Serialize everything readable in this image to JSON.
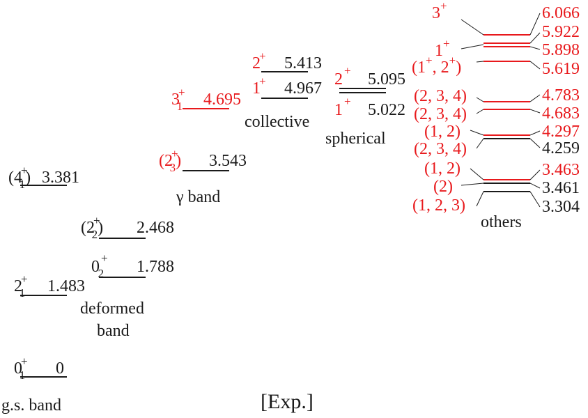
{
  "colors": {
    "black": "#1a1a1a",
    "red": "#e8191c"
  },
  "footer": "[Exp.]",
  "bands": {
    "gs": {
      "label": "g.s. band",
      "levels": [
        {
          "spin": "0",
          "sup": "+",
          "sub": "1",
          "energy": "0"
        },
        {
          "spin": "2",
          "sup": "+",
          "sub": "1",
          "energy": "1.483"
        },
        {
          "spin": "(4",
          "sup": "+",
          "sub": "1",
          "close": ")",
          "energy": "3.381"
        }
      ]
    },
    "deformed": {
      "label_line1": "deformed",
      "label_line2": "band",
      "levels": [
        {
          "spin": "0",
          "sup": "+",
          "sub": "2",
          "energy": "1.788"
        },
        {
          "spin": "(2",
          "sup": "+",
          "sub": "2",
          "close": ")",
          "energy": "2.468"
        }
      ]
    },
    "gamma": {
      "label": "γ band",
      "level": {
        "spin": "(2",
        "sup": "+",
        "sub": "3",
        "close": ")",
        "energy": "3.543"
      }
    },
    "collective": {
      "label": "collective",
      "levels": [
        {
          "spin": "3",
          "sup": "+",
          "sub": "1",
          "energy": "4.695"
        },
        {
          "spin": "1",
          "sup": "+",
          "energy": "4.967"
        },
        {
          "spin": "2",
          "sup": "+",
          "energy": "5.413"
        }
      ]
    },
    "spherical": {
      "label": "spherical",
      "levels": [
        {
          "spin": "1",
          "sup": "+",
          "energy": "5.022"
        },
        {
          "spin": "2",
          "sup": "+",
          "energy": "5.095"
        }
      ]
    },
    "others": {
      "label": "others",
      "spins": [
        {
          "spin": "3",
          "sup": "+"
        },
        {
          "spin": "1",
          "sup": "+"
        },
        {
          "spin": "(1",
          "sup": "+",
          "mid": ", 2",
          "sup2": "+",
          "close": ")"
        },
        {
          "text": "(2, 3, 4)"
        },
        {
          "text": "(2, 3, 4)"
        },
        {
          "text": "(1, 2)"
        },
        {
          "text": "(2, 3, 4)"
        },
        {
          "text": "(1, 2)"
        },
        {
          "text": "(2)"
        },
        {
          "text": "(1, 2, 3)"
        }
      ],
      "energies": [
        "6.066",
        "5.922",
        "5.898",
        "5.619",
        "4.783",
        "4.683",
        "4.297",
        "4.259",
        "3.463",
        "3.461",
        "3.304"
      ]
    }
  }
}
